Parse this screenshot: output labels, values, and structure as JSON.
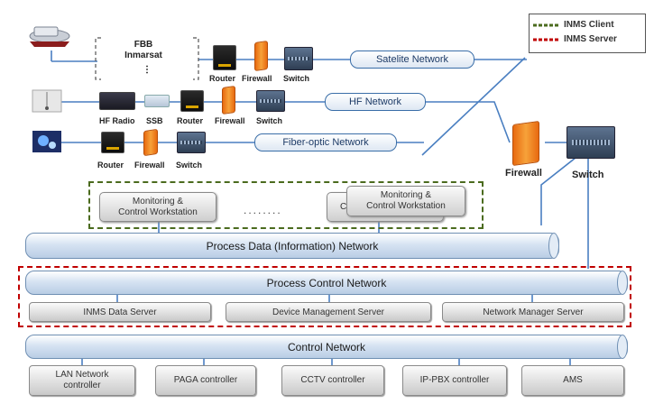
{
  "diagram": {
    "legend": {
      "client": "INMS Client",
      "server": "INMS Server",
      "client_color": "#4b6b1e",
      "server_color": "#c00000"
    },
    "site_rows": [
      {
        "uplink_label": "FBB\nInmarsat",
        "networks": "Satelite Network",
        "devices": [
          "Router",
          "Firewall",
          "Switch"
        ]
      },
      {
        "networks": "HF Network",
        "devices": [
          "HF Radio",
          "SSB",
          "Router",
          "Firewall",
          "Switch"
        ]
      },
      {
        "networks": "Fiber-optic Network",
        "devices": [
          "Router",
          "Firewall",
          "Switch"
        ]
      }
    ],
    "core": {
      "firewall": "Firewall",
      "switch": "Switch"
    },
    "client_zone": {
      "workstation_left": "Monitoring &\nControl Workstation",
      "workstation_right": "Monitoring &\nControl Workstation",
      "workstation_back_fragment": "Co",
      "ellipsis": "........"
    },
    "networks": {
      "process_data": "Process Data (Information) Network",
      "process_control": "Process Control Network",
      "control": "Control Network"
    },
    "servers": [
      "INMS Data Server",
      "Device Management Server",
      "Network Manager Server"
    ],
    "controllers": [
      "LAN Network\ncontroller",
      "PAGA controller",
      "CCTV controller",
      "IP-PBX controller",
      "AMS"
    ]
  }
}
